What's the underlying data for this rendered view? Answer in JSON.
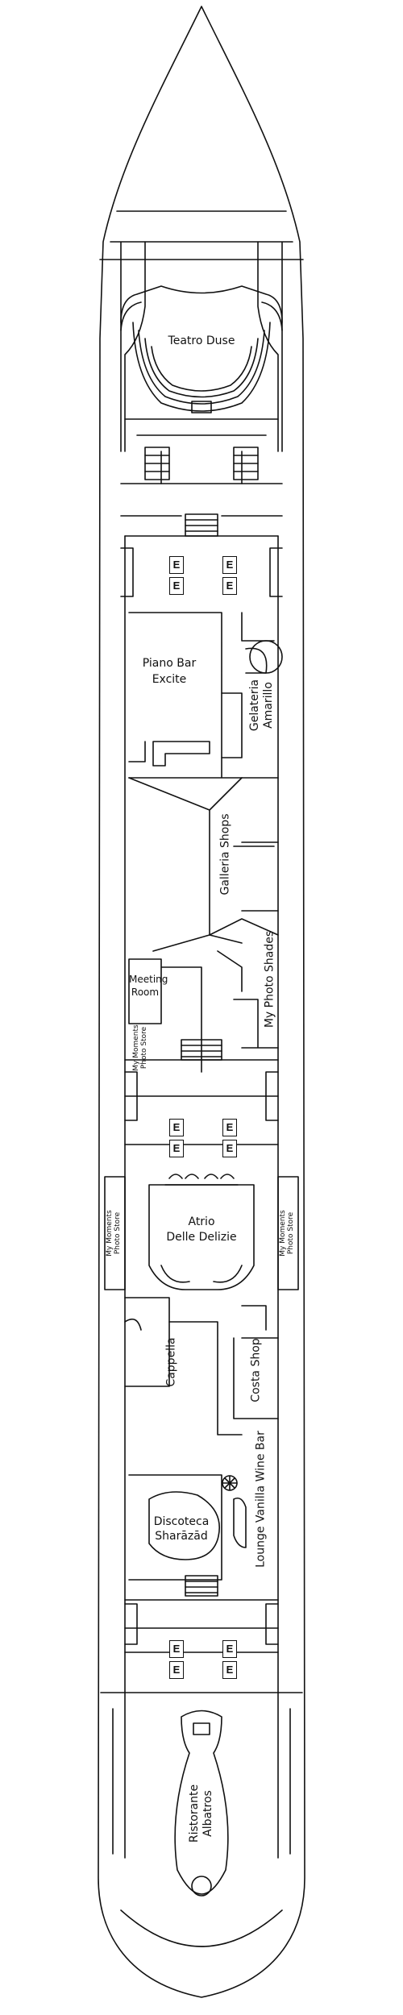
{
  "colors": {
    "line": "#111111",
    "background": "#ffffff"
  },
  "elevator_glyph": "E",
  "venues": {
    "teatro": "Teatro Duse",
    "piano_bar": "Piano Bar",
    "piano_bar_2": "Excite",
    "gelateria": "Gelateria",
    "gelateria_2": "Amarillo",
    "galleria": "Galleria Shops",
    "meeting": "Meeting",
    "meeting_2": "Room",
    "photo_store_a1": "My Moments",
    "photo_store_a2": "Photo Store",
    "photo_shades": "My Photo Shades",
    "photo_store_b1": "My Moments",
    "photo_store_b2": "Photo Store",
    "atrio": "Atrio",
    "atrio_2": "Delle Delizie",
    "photo_store_c1": "My Moments",
    "photo_store_c2": "Photo Store",
    "cappella": "Cappella",
    "costa_shop": "Costa Shop",
    "lounge": "Lounge Vanilla Wine Bar",
    "discoteca": "Discoteca",
    "discoteca_2": "Sharāzād",
    "ristorante": "Ristorante",
    "ristorante_2": "Albatros"
  }
}
